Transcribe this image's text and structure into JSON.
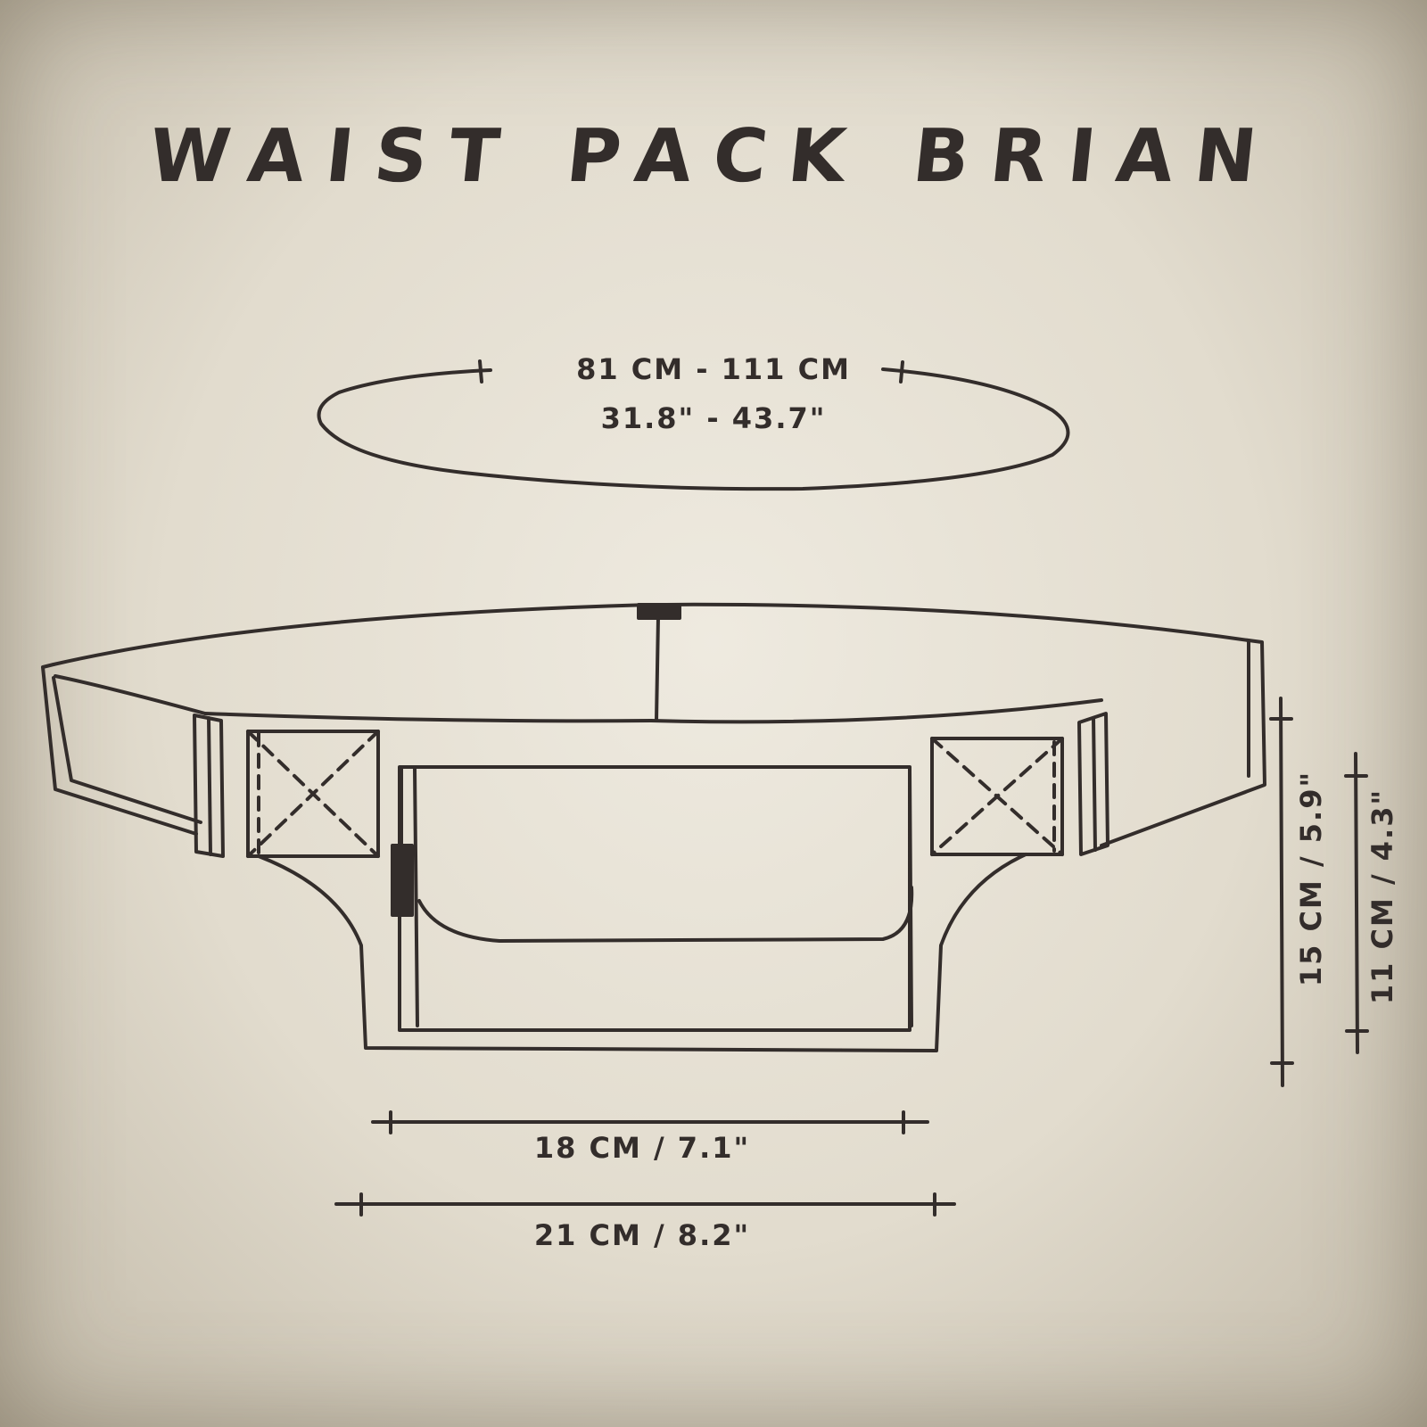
{
  "title": "WAIST PACK BRIAN",
  "dimensions": {
    "waist_cm": "81 CM - 111 CM",
    "waist_in": "31.8\" - 43.7\"",
    "width_inner": "18 CM / 7.1\"",
    "width_outer": "21 CM / 8.2\"",
    "height_outer": "15 CM / 5.9\"",
    "height_inner": "11 CM / 4.3\""
  },
  "colors": {
    "ink": "#332d2b",
    "paper": "#e4ded1"
  }
}
